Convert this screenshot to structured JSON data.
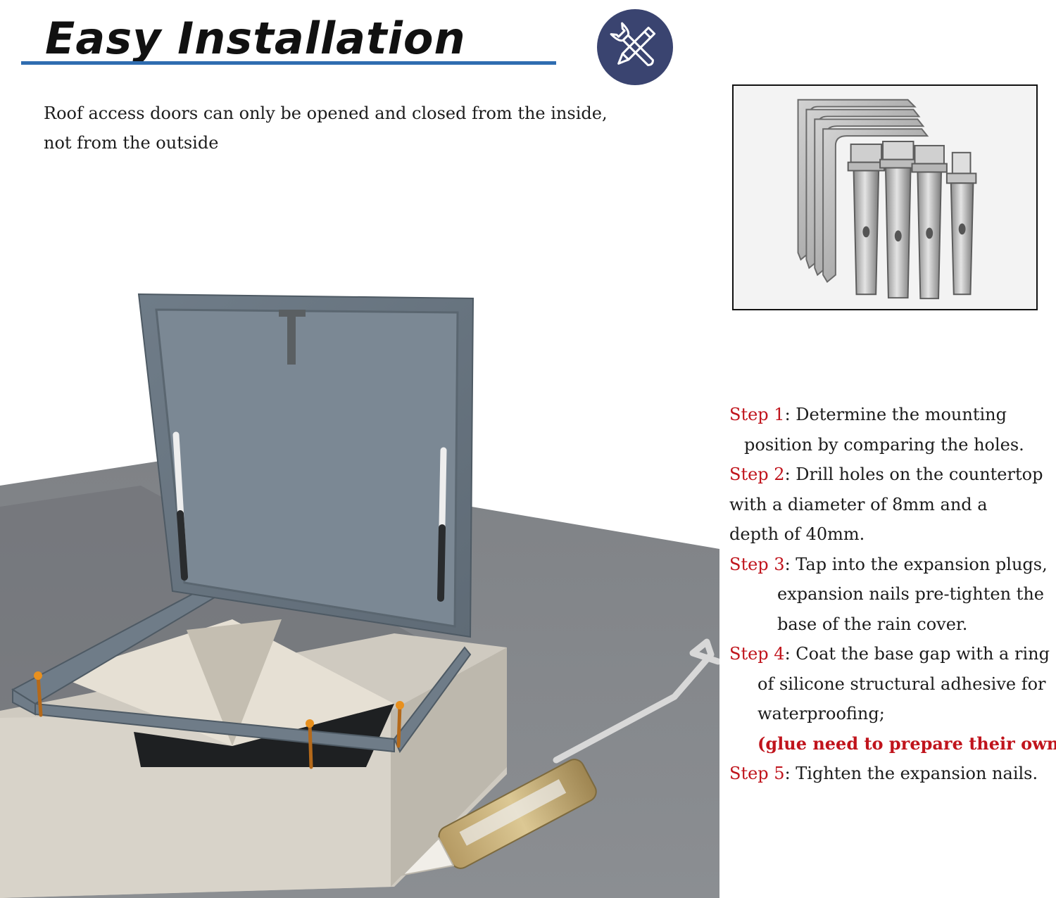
{
  "header": {
    "title": "Easy Installation",
    "icon": "wrench-pencil-icon",
    "badge_color": "#3a4470",
    "rule_color": "#2f6db0"
  },
  "intro": {
    "line1": "Roof access doors can only be opened and closed from the inside,",
    "line2": "not from the outside"
  },
  "steps": [
    {
      "label": "Step 1",
      "lines": [
        "Determine the mounting",
        "position by comparing the holes."
      ]
    },
    {
      "label": "Step 2",
      "lines": [
        "Drill holes on the countertop",
        "with a diameter of 8mm and a",
        "depth of 40mm."
      ]
    },
    {
      "label": "Step 3",
      "lines": [
        "Tap into the expansion plugs,",
        "expansion nails pre-tighten the",
        "base of the rain cover."
      ]
    },
    {
      "label": "Step 4",
      "lines": [
        "Coat the base gap with a ring",
        "of silicone structural adhesive for",
        "waterproofing;"
      ],
      "note": "(glue need to prepare their own)"
    },
    {
      "label": "Step 5",
      "lines": [
        "Tighten the expansion nails."
      ]
    }
  ],
  "colors": {
    "step_label": "#c0141c",
    "text": "#1c1c1c",
    "hatch_gray": "#6f7c88"
  }
}
